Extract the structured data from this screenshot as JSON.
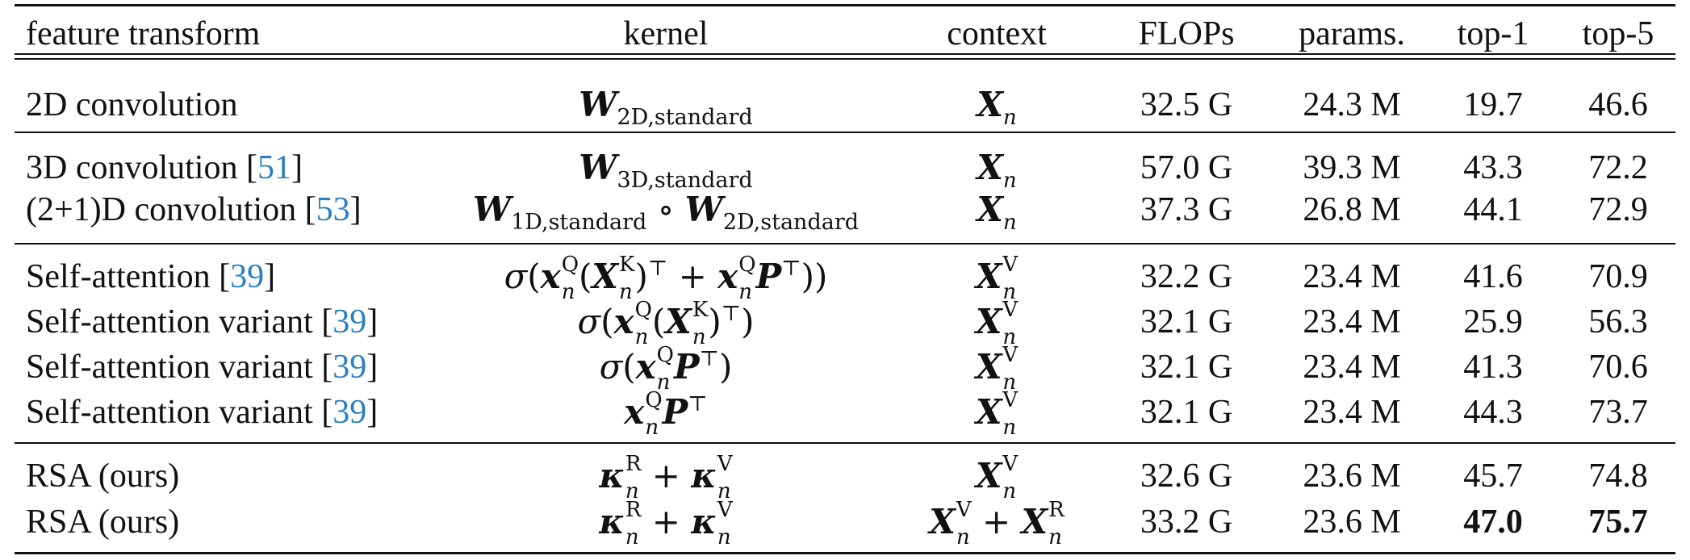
{
  "header": {
    "feature_transform": "feature transform",
    "kernel": "kernel",
    "context": "context",
    "flops": "FLOPs",
    "params": "params.",
    "top1": "top-1",
    "top5": "top-5"
  },
  "rows": [
    {
      "feature_transform": "2D convolution",
      "cite": "",
      "flops": "32.5 G",
      "params": "24.3 M",
      "top1": "19.7",
      "top5": "46.6"
    },
    {
      "feature_transform": "3D convolution ",
      "cite": "51",
      "flops": "57.0 G",
      "params": "39.3 M",
      "top1": "43.3",
      "top5": "72.2"
    },
    {
      "feature_transform": "(2+1)D convolution ",
      "cite": "53",
      "flops": "37.3 G",
      "params": "26.8 M",
      "top1": "44.1",
      "top5": "72.9"
    },
    {
      "feature_transform": "Self-attention ",
      "cite": "39",
      "flops": "32.2 G",
      "params": "23.4 M",
      "top1": "41.6",
      "top5": "70.9"
    },
    {
      "feature_transform": "Self-attention variant ",
      "cite": "39",
      "flops": "32.1 G",
      "params": "23.4 M",
      "top1": "25.9",
      "top5": "56.3"
    },
    {
      "feature_transform": "Self-attention variant ",
      "cite": "39",
      "flops": "32.1 G",
      "params": "23.4 M",
      "top1": "41.3",
      "top5": "70.6"
    },
    {
      "feature_transform": "Self-attention variant ",
      "cite": "39",
      "flops": "32.1 G",
      "params": "23.4 M",
      "top1": "44.3",
      "top5": "73.7"
    },
    {
      "feature_transform": "RSA (ours)",
      "cite": "",
      "flops": "32.6 G",
      "params": "23.6 M",
      "top1": "45.7",
      "top5": "74.8"
    },
    {
      "feature_transform": "RSA (ours)",
      "cite": "",
      "flops": "33.2 G",
      "params": "23.6 M",
      "top1": "47.0",
      "top5": "75.7"
    }
  ],
  "math": {
    "W": "W",
    "X": "X",
    "x": "x",
    "P": "P",
    "kappa": "κ",
    "sigma": "σ",
    "n": "n",
    "sub_2d_std": "2D,standard",
    "sub_3d_std": "3D,standard",
    "sub_1d_std": "1D,standard",
    "sup_Q": "Q",
    "sup_K": "K",
    "sup_V": "V",
    "sup_R": "R",
    "sup_T": "⊤",
    "op_circ": " ∘ ",
    "op_plus": " + ",
    "lparen": "(",
    "rparen": ")"
  }
}
